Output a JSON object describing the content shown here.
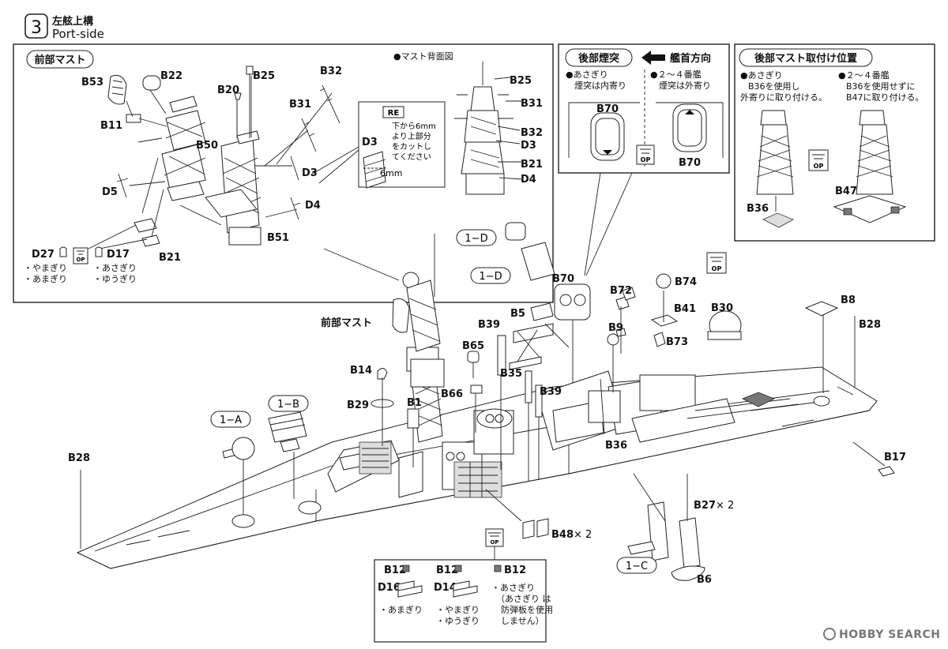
{
  "step": {
    "number": "3",
    "title_jp": "左舷上構",
    "title_en": "Port-side"
  },
  "fore_mast_panel": {
    "title": "前部マスト",
    "rear_view_label": "●マスト背面図",
    "parts": [
      "B53",
      "B22",
      "B20",
      "B25",
      "B32",
      "B31",
      "B11",
      "B50",
      "D3",
      "D5",
      "D4",
      "B51",
      "D27",
      "D17",
      "B21"
    ],
    "rear_view_parts": [
      "B25",
      "B31",
      "B32",
      "D3",
      "B21",
      "D4"
    ],
    "re_box": {
      "badge": "RE",
      "lines": [
        "下から6mm",
        "より上部分",
        "をカットし",
        "てください"
      ],
      "part": "D3",
      "measure": "6mm"
    },
    "d27_names": [
      "・やまぎり",
      "・あまぎり"
    ],
    "d17_names": [
      "・あさぎり",
      "・ゆうぎり"
    ],
    "op_label": "OP"
  },
  "funnel_panel": {
    "title": "後部煙突",
    "bow_direction": "艦首方向",
    "left_note": [
      "●あさぎり",
      "煙突は内寄り"
    ],
    "right_note": [
      "●２～４番艦",
      "煙突は外寄り"
    ],
    "part": "B70",
    "op_label": "OP"
  },
  "rear_mast_panel": {
    "title": "後部マスト取付け位置",
    "left_note": [
      "●あさぎり",
      "B36を使用し",
      "外寄りに取り付ける。"
    ],
    "right_note": [
      "●２～４番艦",
      "B36を使用せずに",
      "B47に取り付ける。"
    ],
    "parts": [
      "B36",
      "B47"
    ],
    "op_label": "OP"
  },
  "main_labels": {
    "fore_mast": "前部マスト",
    "callout_1a": "1−A",
    "callout_1b": "1−B",
    "callout_1c": "1−C",
    "callout_1d_a": "1−D",
    "callout_1d_b": "1−D",
    "b27": "B27",
    "b27_qty": "× 2",
    "b48": "B48",
    "b48_qty": "× 2",
    "op_label": "OP",
    "parts": [
      "B28",
      "B14",
      "B29",
      "B1",
      "B65",
      "B66",
      "B39",
      "B5",
      "B35",
      "B39",
      "B70",
      "B72",
      "B74",
      "B9",
      "B41",
      "B30",
      "B73",
      "B8",
      "B28",
      "B36",
      "B17",
      "B6"
    ]
  },
  "bottom_box": {
    "b12": "B12",
    "col1": {
      "part": "D16",
      "names": [
        "・あまぎり"
      ]
    },
    "col2": {
      "part": "D14",
      "names": [
        "・やまぎり",
        "・ゆうぎり"
      ]
    },
    "col3": {
      "names": [
        "・あさぎり",
        "（あさぎり は",
        "防弾板を使用",
        "しません）"
      ]
    }
  },
  "watermark": "HOBBY SEARCH"
}
